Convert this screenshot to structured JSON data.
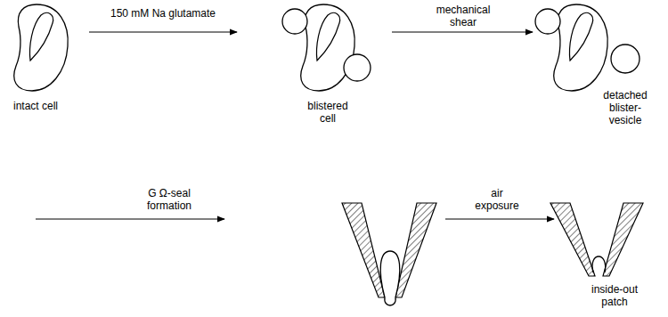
{
  "diagram": {
    "labels": [
      "150 mM Na glutamate",
      "intact cell",
      "blistered cell",
      "mechanical shear",
      "detached blister-vesicle",
      "G Ω-seal formation",
      "air exposure",
      "inside-out patch"
    ]
  }
}
